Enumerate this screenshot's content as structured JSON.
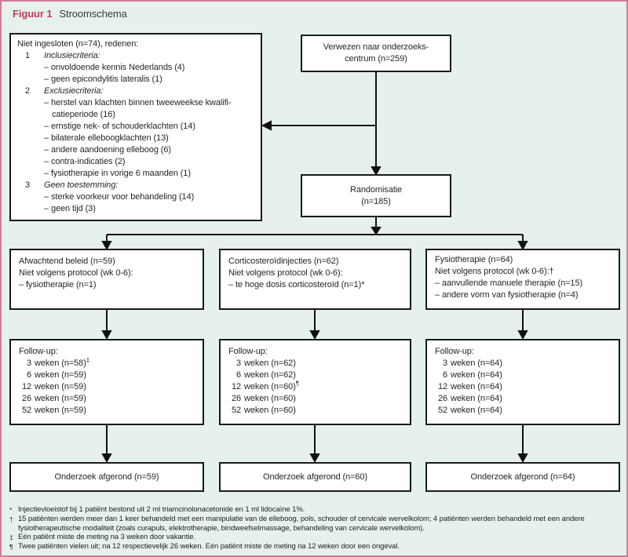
{
  "figure": {
    "label": "Figuur 1",
    "title": "Stroomschema"
  },
  "excluded": {
    "title": "Niet ingesloten (n=74), redenen:",
    "groups": [
      {
        "num": "1",
        "label": "Inclusiecriteria:",
        "reasons": [
          "– onvoldoende kennis Nederlands (4)",
          "– geen epicondylitis lateralis (1)"
        ]
      },
      {
        "num": "2",
        "label": "Exclusiecriteria:",
        "reasons": [
          "– herstel van klachten binnen tweeweekse kwalifi-\ncatieperiode (16)",
          "– ernstige nek- of schouderklachten (14)",
          "– bilaterale elleboogklachten (13)",
          "– andere aandoening elleboog (6)",
          "– contra-indicaties (2)",
          "– fysiotherapie in vorige 6 maanden (1)"
        ]
      },
      {
        "num": "3",
        "label": "Geen toestemming:",
        "reasons": [
          "– sterke voorkeur voor behandeling (14)",
          "– geen tijd (3)"
        ]
      }
    ]
  },
  "referred": {
    "line1": "Verwezen naar onderzoeks-",
    "line2": "centrum (n=259)"
  },
  "randomisation": {
    "line1": "Randomisatie",
    "line2": "(n=185)"
  },
  "arms": [
    {
      "lines": [
        "Afwachtend beleid (n=59)",
        "Niet volgens protocol (wk 0-6):",
        "– fysiotherapie (n=1)"
      ]
    },
    {
      "lines": [
        "Corticosteroïdinjecties (n=62)",
        "Niet volgens protocol (wk 0-6):",
        "– te hoge dosis corticosteroïd (n=1)*"
      ]
    },
    {
      "lines": [
        "Fysiotherapie (n=64)",
        "Niet volgens protocol (wk 0-6):†",
        "– aanvullende manuele therapie (n=15)",
        "– andere vorm van fysiotherapie (n=4)"
      ]
    }
  ],
  "followups": [
    {
      "title": "Follow-up:",
      "rows": [
        {
          "weeks": "3",
          "rest": "weken (n=58)",
          "sup": "‡"
        },
        {
          "weeks": "6",
          "rest": "weken (n=59)",
          "sup": ""
        },
        {
          "weeks": "12",
          "rest": "weken (n=59)",
          "sup": ""
        },
        {
          "weeks": "26",
          "rest": "weken (n=59)",
          "sup": ""
        },
        {
          "weeks": "52",
          "rest": "weken (n=59)",
          "sup": ""
        }
      ]
    },
    {
      "title": "Follow-up:",
      "rows": [
        {
          "weeks": "3",
          "rest": "weken (n=62)",
          "sup": ""
        },
        {
          "weeks": "6",
          "rest": "weken (n=62)",
          "sup": ""
        },
        {
          "weeks": "12",
          "rest": "weken (n=60)",
          "sup": "¶"
        },
        {
          "weeks": "26",
          "rest": "weken (n=60)",
          "sup": ""
        },
        {
          "weeks": "52",
          "rest": "weken (n=60)",
          "sup": ""
        }
      ]
    },
    {
      "title": "Follow-up:",
      "rows": [
        {
          "weeks": "3",
          "rest": "weken (n=64)",
          "sup": ""
        },
        {
          "weeks": "6",
          "rest": "weken (n=64)",
          "sup": ""
        },
        {
          "weeks": "12",
          "rest": "weken (n=64)",
          "sup": ""
        },
        {
          "weeks": "26",
          "rest": "weken (n=64)",
          "sup": ""
        },
        {
          "weeks": "52",
          "rest": "weken (n=64)",
          "sup": ""
        }
      ]
    }
  ],
  "completed": [
    "Onderzoek afgerond (n=59)",
    "Onderzoek afgerond (n=60)",
    "Onderzoek afgerond (n=64)"
  ],
  "footnotes": [
    {
      "sym": "*",
      "text": "Injectievloeistof bij 1 patiënt bestond uit 2 ml triamcinolonacetonide en 1 ml lidocaïne 1%."
    },
    {
      "sym": "†",
      "text": "15 patiënten werden meer dan 1 keer behandeld met een manipulatie van de elleboog, pols, schouder of cervicale wervelkolom; 4 patiënten werden behandeld met een andere fysiotherapeutische modaliteit (zoals curapuls, elektrotherapie, bindweefselmassage, behandeling van cervicale wervelkolom)."
    },
    {
      "sym": "‡",
      "text": "Eén patiënt miste de meting na 3 weken door vakantie."
    },
    {
      "sym": "¶",
      "text": "Twee patiënten vielen uit; na 12 respectievelijk 26 weken. Eén patiënt miste de meting na 12 weken door een ongeval."
    }
  ],
  "colors": {
    "bg": "#e6f1ec",
    "frame": "#cf7d97",
    "accent": "#c13a5a",
    "boxline": "#1a1a1a"
  }
}
